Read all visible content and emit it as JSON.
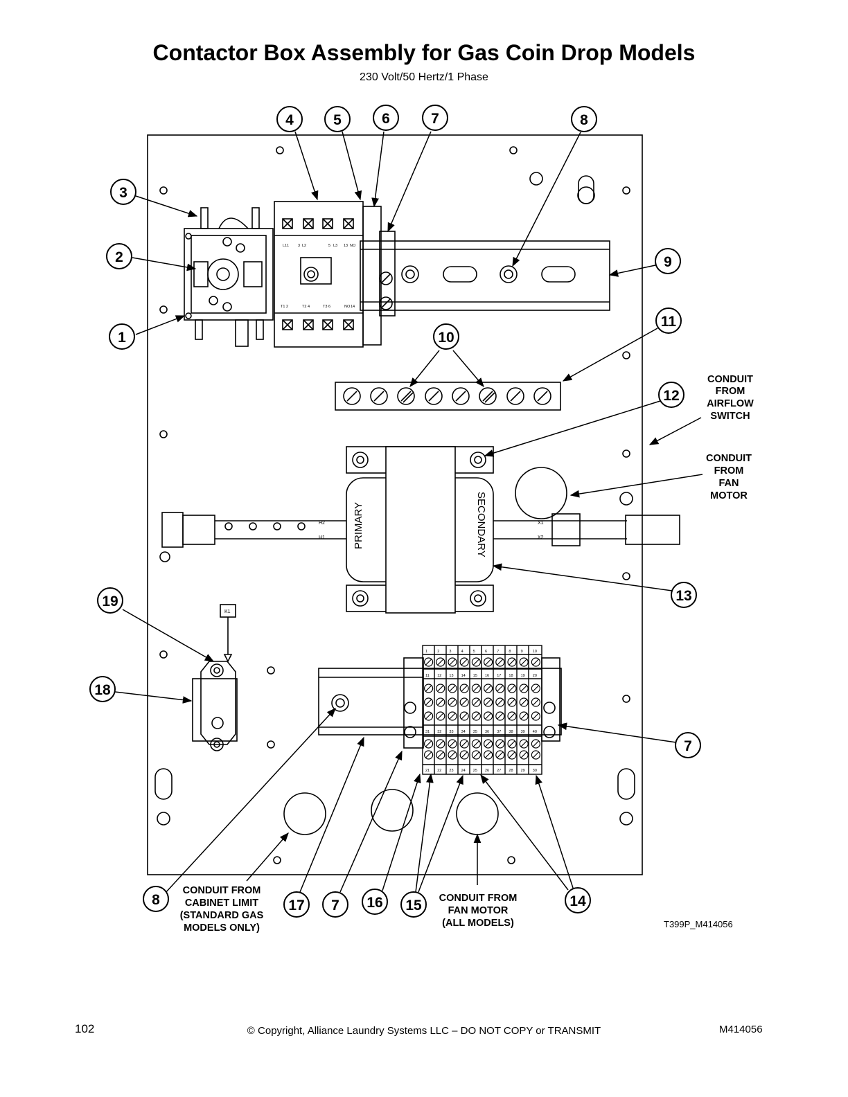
{
  "header": {
    "title": "Contactor Box Assembly for Gas Coin Drop Models",
    "subtitle": "230 Volt/50 Hertz/1 Phase"
  },
  "callouts": {
    "c1": "1",
    "c2": "2",
    "c3": "3",
    "c4": "4",
    "c5": "5",
    "c6": "6",
    "c7a": "7",
    "c8a": "8",
    "c9": "9",
    "c10": "10",
    "c11": "11",
    "c12": "12",
    "c13": "13",
    "c19": "19",
    "c18": "18",
    "c7b": "7",
    "c8b": "8",
    "c17": "17",
    "c7c": "7",
    "c16": "16",
    "c15": "15",
    "c14": "14"
  },
  "notes": {
    "airflow": [
      "CONDUIT",
      "FROM",
      "AIRFLOW",
      "SWITCH"
    ],
    "fan_motor_right": [
      "CONDUIT",
      "FROM",
      "FAN",
      "MOTOR"
    ],
    "cabinet_limit": [
      "CONDUIT FROM",
      "CABINET LIMIT",
      "(STANDARD GAS",
      "MODELS ONLY)"
    ],
    "fan_motor_bottom": [
      "CONDUIT FROM",
      "FAN MOTOR",
      "(ALL MODELS)"
    ]
  },
  "transformer": {
    "primary": "PRIMARY",
    "secondary": "SECONDARY",
    "h2": "H2",
    "h1": "H1",
    "x1": "X1",
    "x2": "X2"
  },
  "relay": {
    "k1": "K1"
  },
  "contactor_labels": {
    "top": [
      "L1",
      "1",
      "3",
      "L2",
      "5",
      "L3",
      "13",
      "NO"
    ],
    "bottom": [
      "T1",
      "2",
      "T2",
      "4",
      "T3",
      "6",
      "NO",
      "14"
    ]
  },
  "terminal_block": {
    "row1": [
      "1",
      "2",
      "3",
      "4",
      "5",
      "6",
      "7",
      "8",
      "9",
      "10"
    ],
    "row2": [
      "11",
      "12",
      "13",
      "14",
      "15",
      "16",
      "17",
      "18",
      "19",
      "20"
    ],
    "row3": [
      "31",
      "32",
      "33",
      "34",
      "35",
      "36",
      "37",
      "38",
      "39",
      "40"
    ],
    "row4": [
      "21",
      "22",
      "23",
      "24",
      "25",
      "26",
      "27",
      "28",
      "29",
      "30"
    ]
  },
  "drawing_id": "T399P_M414056",
  "footer": {
    "page": "102",
    "copyright": "© Copyright, Alliance Laundry Systems LLC – DO NOT COPY or TRANSMIT",
    "doc": "M414056"
  }
}
